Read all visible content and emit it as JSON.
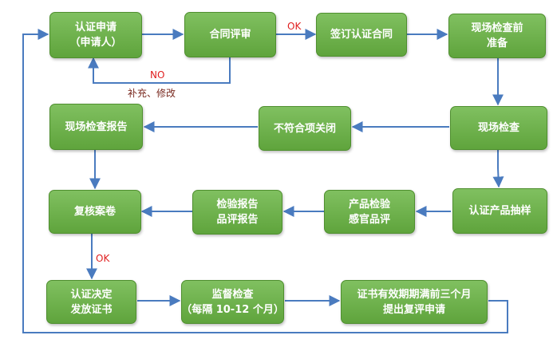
{
  "colors": {
    "box_fill": "#6ab04c",
    "box_border": "#4f8f2f",
    "box_text": "#ffffff",
    "arrow": "#4a7bbf",
    "label_red": "#e02020",
    "label_dark": "#7a2a20"
  },
  "nodes": {
    "apply": {
      "line1": "认证申请",
      "line2": "（申请人）"
    },
    "contract_review": {
      "line1": "合同评审"
    },
    "sign_contract": {
      "line1": "签订认证合同"
    },
    "onsite_prep": {
      "line1": "现场检查前",
      "line2": "准备"
    },
    "onsite_check": {
      "line1": "现场检查"
    },
    "not_compliant": {
      "line1": "不符合项关闭"
    },
    "onsite_report": {
      "line1": "现场检查报告"
    },
    "product_sampling": {
      "line1": "认证产品抽样"
    },
    "product_test": {
      "line1": "产品检验",
      "line2": "感官品评"
    },
    "test_report": {
      "line1": "检验报告",
      "line2": "品评报告"
    },
    "review_file": {
      "line1": "复核案卷"
    },
    "decision": {
      "line1": "认证决定",
      "line2": "发放证书"
    },
    "supervision": {
      "line1": "监督检查",
      "line2": "（每隔 10-12 个月）"
    },
    "renewal": {
      "line1": "证书有效期期满前三个月",
      "line2": "提出复评申请"
    }
  },
  "labels": {
    "ok_top": "OK",
    "no": "NO",
    "supplement": "补充、修改",
    "ok_left": "OK"
  }
}
